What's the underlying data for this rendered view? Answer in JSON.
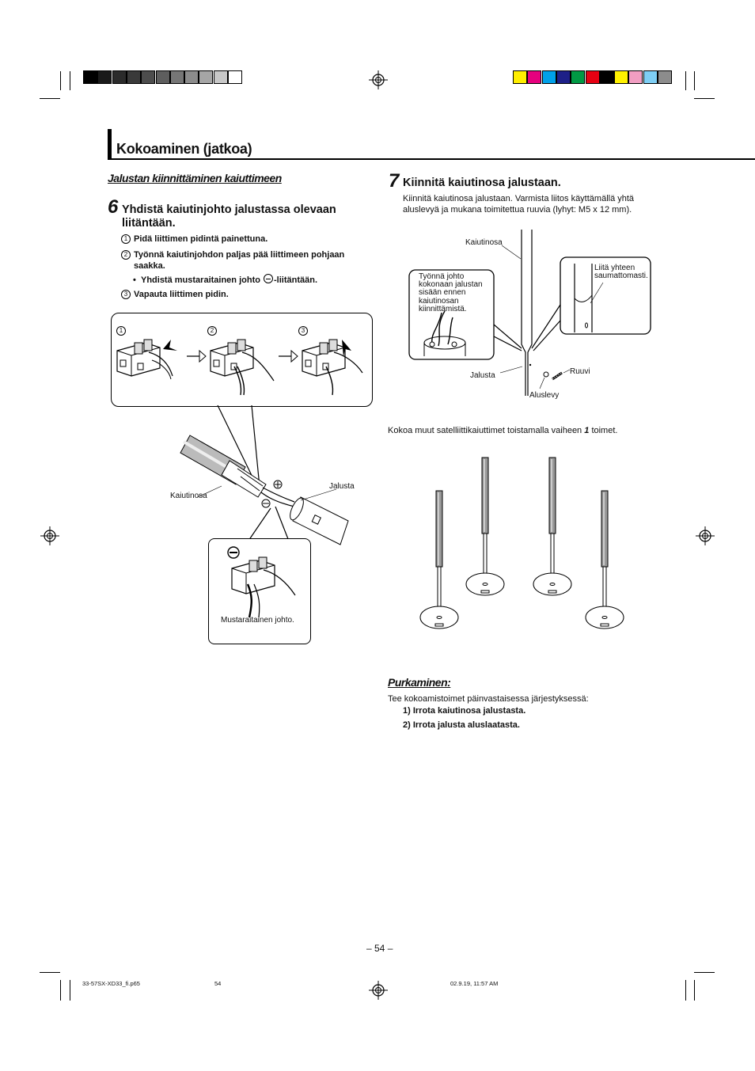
{
  "section": {
    "title": "Kokoaminen (jatkoa)"
  },
  "left": {
    "subheading": "Jalustan kiinnittäminen kaiuttimeen",
    "step_number": "6",
    "step_title_line1": "Yhdistä kaiutinjohto jalustassa olevaan",
    "step_title_line2": "liitäntään.",
    "items": [
      {
        "num": "1",
        "text": "Pidä liittimen pidintä painettuna."
      },
      {
        "num": "2",
        "text_line1": "Työnnä kaiutinjohdon paljas pää liittimeen pohjaan",
        "text_line2": "saakka."
      },
      {
        "bullet": "•",
        "text_before": "Yhdistä mustaraitainen johto",
        "text_after": "-liitäntään."
      },
      {
        "num": "3",
        "text": "Vapauta liittimen pidin."
      }
    ],
    "figure": {
      "step_labels": [
        "1",
        "2",
        "3"
      ],
      "label_speaker": "Kaiutinosa",
      "label_stand": "Jalusta",
      "label_black_wire": "Mustaraitainen johto."
    }
  },
  "right": {
    "step_number": "7",
    "step_title": "Kiinnitä kaiutinosa jalustaan.",
    "body_line1": "Kiinnitä kaiutinosa jalustaan. Varmista liitos käyttämällä yhtä",
    "body_line2": "aluslevyä ja mukana toimitettua ruuvia (lyhyt: M5 x 12 mm).",
    "figure": {
      "label_speaker": "Kaiutinosa",
      "label_push_l1": "Työnnä johto",
      "label_push_l2": "kokonaan jalustan",
      "label_push_l3": "sisään ennen",
      "label_push_l4": "kaiutinosan",
      "label_push_l5": "kiinnittämistä.",
      "label_join_l1": "Liitä yhteen",
      "label_join_l2": "saumattomasti.",
      "label_stand": "Jalusta",
      "label_screw": "Ruuvi",
      "label_washer": "Aluslevy"
    },
    "repeat_before": "Kokoa muut satelliittikaiuttimet toistamalla vaiheen",
    "repeat_step": "1",
    "repeat_after": "toimet.",
    "disassembly": {
      "heading": "Purkaminen:",
      "intro": "Tee kokoamistoimet päinvastaisessa järjestyksessä:",
      "steps": [
        "1)  Irrota kaiutinosa jalustasta.",
        "2)  Irrota jalusta aluslaatasta."
      ]
    }
  },
  "footer": {
    "page": "– 54 –",
    "file": "33-57SX-XD33_fi.p65",
    "page_small": "54",
    "timestamp": "02.9.19, 11:57 AM"
  },
  "colors": {
    "gray_bar": [
      "#000000",
      "#1a1a1a",
      "#2b2b2b",
      "#3a3a3a",
      "#4d4d4d",
      "#5e5e5e",
      "#767676",
      "#8c8c8c",
      "#a6a6a6",
      "#c8c8c8",
      "#ffffff"
    ],
    "color_bar": [
      "#ffee00",
      "#e6007e",
      "#00a0e9",
      "#1d2088",
      "#009944",
      "#e60012",
      "#000000",
      "#fff100",
      "#f19ec2",
      "#7ecef4",
      "#8c8c8c"
    ]
  }
}
